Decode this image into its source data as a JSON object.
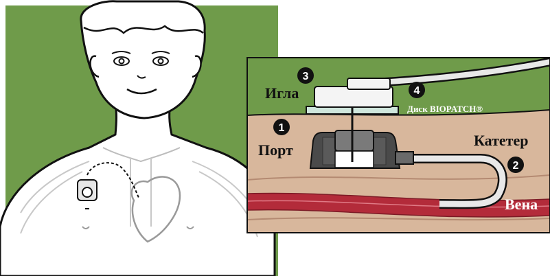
{
  "labels": {
    "needle": "Игла",
    "port": "Порт",
    "catheter": "Катетер",
    "vein": "Вена",
    "biopatch": "Диск BIOPATCH®"
  },
  "markers": {
    "port": "1",
    "catheter": "2",
    "needle": "3",
    "biopatch": "4"
  },
  "colors": {
    "green_bg": "#6f9b4a",
    "skin_tissue": "#d8b79c",
    "vein": "#b32b3a",
    "port_body": "#4a4a4a",
    "patch": "#cfe6dc",
    "outline": "#111111"
  }
}
